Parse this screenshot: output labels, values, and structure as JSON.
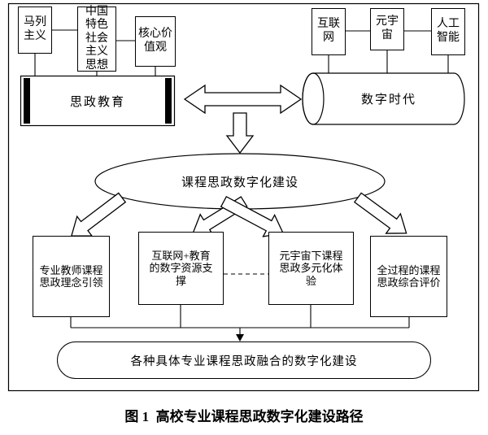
{
  "figure": {
    "caption": "图 1  高校专业课程思政数字化建设路径"
  },
  "top_left": {
    "marxism": "马列\n主义",
    "socialism_thought": "中国\n特色\n社会\n主义\n思想",
    "core_values": "核心价\n值观"
  },
  "top_right": {
    "internet": "互联\n网",
    "metaverse": "元宇\n宙",
    "ai": "人工\n智能"
  },
  "nodes": {
    "ideology_education": "思政教育",
    "digital_era": "数字时代",
    "center": "课程思政数字化建设",
    "bottom": "各种具体专业课程思政融合的数字化建设"
  },
  "branches": {
    "teacher_concept": "专业教师课程\n思政理念引领",
    "internet_resources": "互联网+教育\n的数字资源支\n撑",
    "metaverse_experience": "元宇宙下课程\n思政多元化体\n验",
    "evaluation": "全过程的课程\n思政综合评价"
  }
}
